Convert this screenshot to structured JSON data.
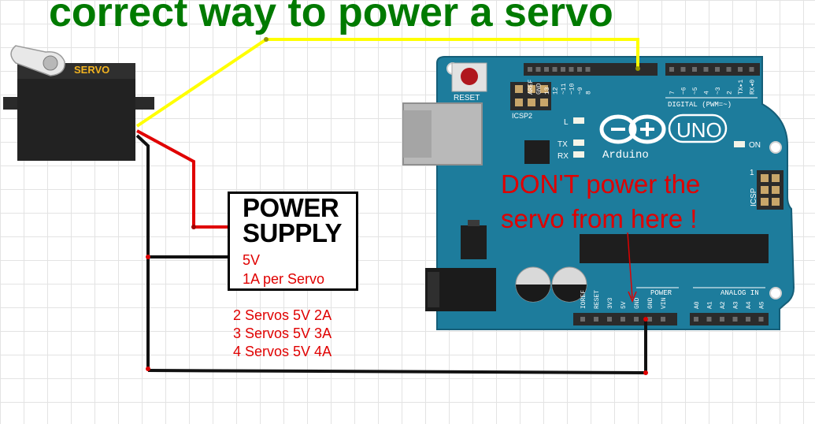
{
  "title": "correct way to power a servo",
  "servo": {
    "label": "SERVO"
  },
  "power_supply": {
    "title_line1": "POWER",
    "title_line2": "SUPPLY",
    "voltage": "5V",
    "current": "1A per Servo"
  },
  "ratings": [
    "2 Servos 5V 2A",
    "3 Servos 5V 3A",
    "4 Servos 5V 4A"
  ],
  "warning": {
    "line1": "DON'T power the",
    "line2": "servo from here !"
  },
  "arduino": {
    "reset_label": "RESET",
    "icsp2_label": "ICSP2",
    "icsp_label": "ICSP",
    "icsp_pin1": "1",
    "digital_label": "DIGITAL (PWM=~)",
    "digital_pins": [
      "AREF",
      "GND",
      "13",
      "12",
      "~11",
      "~10",
      "~9",
      "8",
      "7",
      "~6",
      "~5",
      "4",
      "~3",
      "2",
      "TX▸1",
      "RX◂0"
    ],
    "led_l": "L",
    "led_tx": "TX",
    "led_rx": "RX",
    "on_label": "ON",
    "brand_label": "Arduino",
    "model_label": "UNO",
    "power_label": "POWER",
    "power_pins": [
      "IOREF",
      "RESET",
      "3V3",
      "5V",
      "GND",
      "GND",
      "VIN"
    ],
    "analog_label": "ANALOG IN",
    "analog_pins": [
      "A0",
      "A1",
      "A2",
      "A3",
      "A4",
      "A5"
    ]
  },
  "colors": {
    "title": "#007a00",
    "board": "#1d7c9c",
    "warning_text": "#e00000",
    "wire_signal": "#ffff00",
    "wire_power": "#e00000",
    "wire_ground": "#000000"
  }
}
